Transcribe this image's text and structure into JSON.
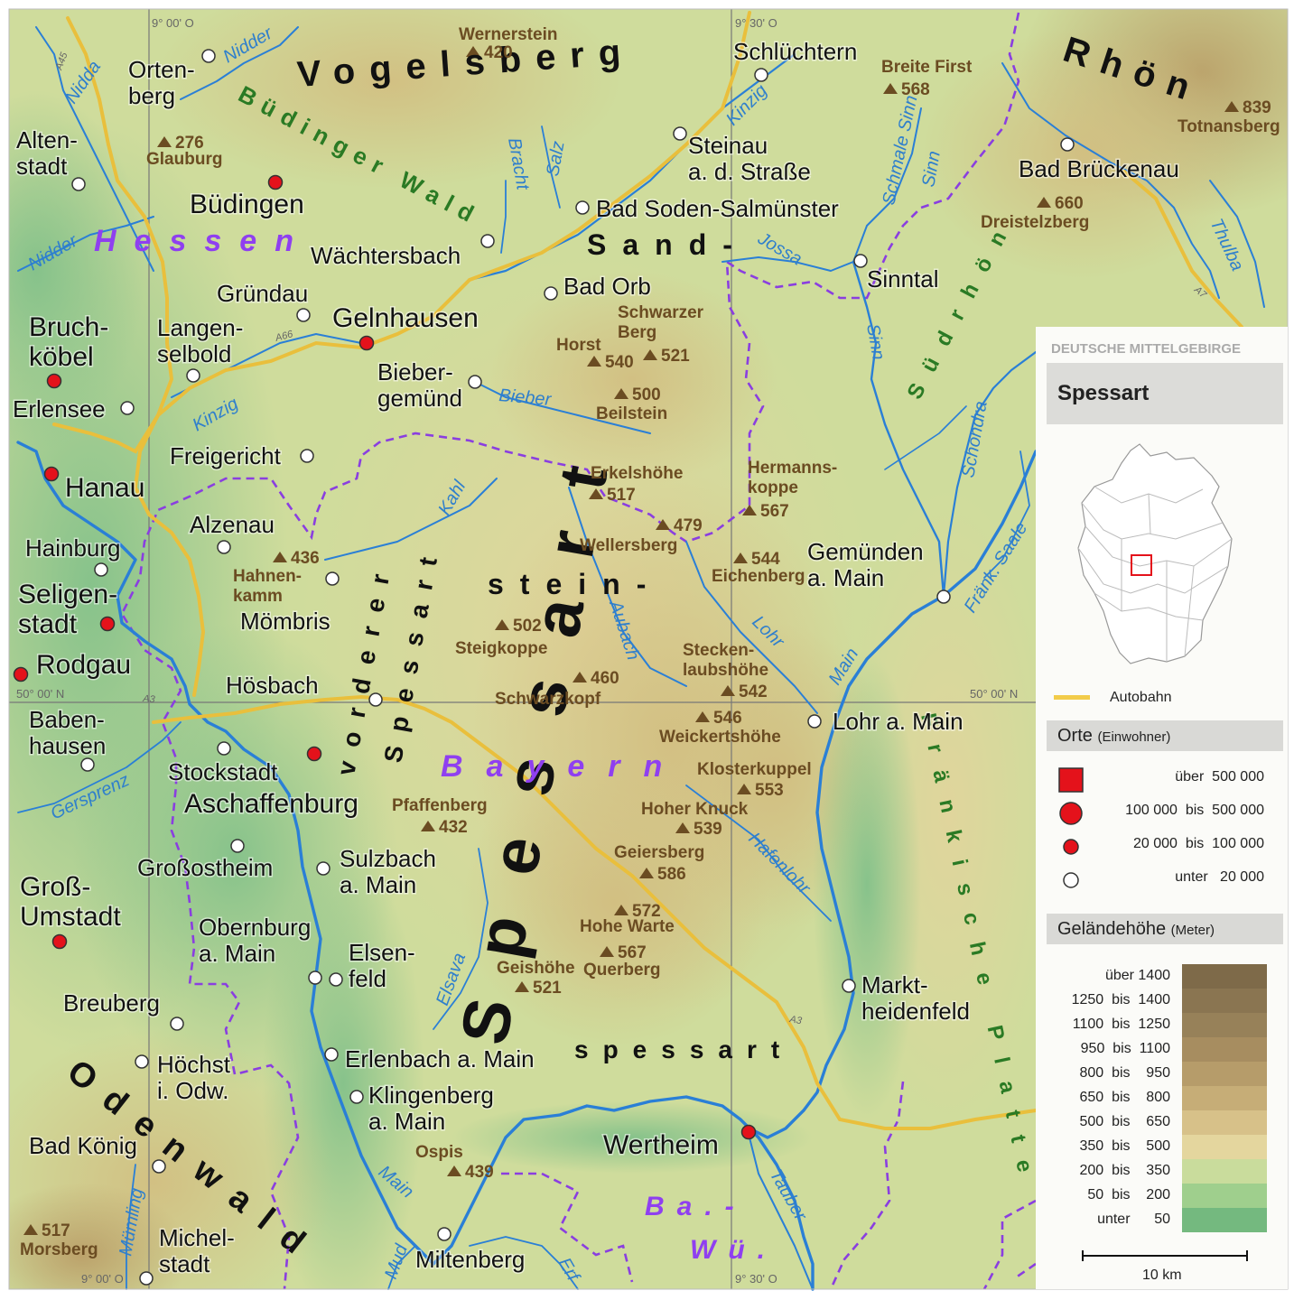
{
  "map": {
    "hesse_label": "Hessen",
    "bayern_label": "Bayern",
    "bawue_label_1": "Ba.-",
    "bawue_label_2": "Wü.",
    "grid_labels": {
      "lon_left_top": "9° 00' O",
      "lon_right_top": "9° 30' O",
      "lon_left_bottom": "9° 00' O",
      "lon_right_bottom": "9° 30' O",
      "lat_left": "50° 00' N",
      "lat_right": "50° 00' N"
    },
    "regions": {
      "vogelsberg": "Vogelsberg",
      "buedinger_wald": "Büdinger Wald",
      "rhoen": "Rhön",
      "suedrhoen": "Südrhön",
      "sandstein": "Sand-",
      "stein": "stein-",
      "spessart_sand": "spessart",
      "vorderer": "vorderer",
      "spessart_vorder": "Spessart",
      "spessart_big": "Spessart",
      "odenwald": "Odenwald",
      "fraenkische_platte": "Fränkische Platte"
    },
    "rivers": [
      {
        "name": "Nidda"
      },
      {
        "name": "Nidder"
      },
      {
        "name": "Nidder"
      },
      {
        "name": "Kinzig"
      },
      {
        "name": "Kinzig"
      },
      {
        "name": "Bracht"
      },
      {
        "name": "Salz"
      },
      {
        "name": "Schmale Sinn"
      },
      {
        "name": "Sinn"
      },
      {
        "name": "Thulba"
      },
      {
        "name": "Jossa"
      },
      {
        "name": "Sinn"
      },
      {
        "name": "Schondra"
      },
      {
        "name": "Fränk. Saale"
      },
      {
        "name": "Bieber"
      },
      {
        "name": "Kahl"
      },
      {
        "name": "Aubach"
      },
      {
        "name": "Lohr"
      },
      {
        "name": "Main"
      },
      {
        "name": "Gersprenz"
      },
      {
        "name": "Hafenlohr"
      },
      {
        "name": "Elsava"
      },
      {
        "name": "Tauber"
      },
      {
        "name": "Main"
      },
      {
        "name": "Mud"
      },
      {
        "name": "Erf"
      },
      {
        "name": "Mümling"
      }
    ],
    "roads": [
      {
        "name": "A45"
      },
      {
        "name": "A66"
      },
      {
        "name": "A3"
      },
      {
        "name": "A3"
      },
      {
        "name": "A7"
      }
    ],
    "towns": [
      {
        "name": "Orten-\nberg",
        "kind": "small"
      },
      {
        "name": "Alten-\nstadt",
        "kind": "small"
      },
      {
        "name": "Büdingen",
        "kind": "medium"
      },
      {
        "name": "Wächtersbach",
        "kind": "small"
      },
      {
        "name": "Gründau",
        "kind": "small"
      },
      {
        "name": "Gelnhausen",
        "kind": "medium"
      },
      {
        "name": "Bruch-\nköbel",
        "kind": "medium"
      },
      {
        "name": "Langen-\nselbold",
        "kind": "small"
      },
      {
        "name": "Erlensee",
        "kind": "small"
      },
      {
        "name": "Schlüchtern",
        "kind": "small"
      },
      {
        "name": "Steinau\na. d. Straße",
        "kind": "small"
      },
      {
        "name": "Bad Soden-Salmünster",
        "kind": "small"
      },
      {
        "name": "Bad Orb",
        "kind": "small"
      },
      {
        "name": "Bad Brückenau",
        "kind": "small"
      },
      {
        "name": "Sinntal",
        "kind": "small"
      },
      {
        "name": "Bieber-\ngemünd",
        "kind": "small"
      },
      {
        "name": "Freigericht",
        "kind": "small"
      },
      {
        "name": "Hanau",
        "kind": "medium"
      },
      {
        "name": "Alzenau",
        "kind": "small"
      },
      {
        "name": "Hainburg",
        "kind": "small"
      },
      {
        "name": "Seligen-\nstadt",
        "kind": "medium"
      },
      {
        "name": "Rodgau",
        "kind": "medium"
      },
      {
        "name": "Mömbris",
        "kind": "small"
      },
      {
        "name": "Gemünden\na. Main",
        "kind": "small"
      },
      {
        "name": "Hösbach",
        "kind": "small"
      },
      {
        "name": "Baben-\nhausen",
        "kind": "small"
      },
      {
        "name": "Stockstadt",
        "kind": "small"
      },
      {
        "name": "Aschaffenburg",
        "kind": "medium"
      },
      {
        "name": "Lohr a. Main",
        "kind": "small"
      },
      {
        "name": "Großostheim",
        "kind": "small"
      },
      {
        "name": "Sulzbach\na. Main",
        "kind": "small"
      },
      {
        "name": "Groß-\nUmstadt",
        "kind": "medium"
      },
      {
        "name": "Obernburg\na. Main",
        "kind": "small"
      },
      {
        "name": "Elsen-\nfeld",
        "kind": "small"
      },
      {
        "name": "Breuberg",
        "kind": "small"
      },
      {
        "name": "Markt-\nheidenfeld",
        "kind": "small"
      },
      {
        "name": "Höchst\ni. Odw.",
        "kind": "small"
      },
      {
        "name": "Erlenbach a. Main",
        "kind": "small"
      },
      {
        "name": "Klingenberg\na. Main",
        "kind": "small"
      },
      {
        "name": "Wertheim",
        "kind": "medium"
      },
      {
        "name": "Bad König",
        "kind": "small"
      },
      {
        "name": "Michel-\nstadt",
        "kind": "small"
      },
      {
        "name": "Miltenberg",
        "kind": "small"
      }
    ],
    "peaks": [
      {
        "name": "Wernerstein",
        "elev": "420"
      },
      {
        "name": "Breite First",
        "elev": "568"
      },
      {
        "name": "Totnansberg",
        "elev": "839"
      },
      {
        "name": "Glauburg",
        "elev": "276"
      },
      {
        "name": "Dreistelzberg",
        "elev": "660"
      },
      {
        "name": "Schwarzer\nBerg",
        "elev": "521"
      },
      {
        "name": "Horst",
        "elev": "540"
      },
      {
        "name": "Beilstein",
        "elev": "500"
      },
      {
        "name": "Erkelshöhe",
        "elev": "517"
      },
      {
        "name": "Hermanns-\nkoppe",
        "elev": "567"
      },
      {
        "name": "Wellersberg",
        "elev": "479"
      },
      {
        "name": "Eichenberg",
        "elev": "544"
      },
      {
        "name": "Hahnen-\nkamm",
        "elev": "436"
      },
      {
        "name": "Steigkoppe",
        "elev": "502"
      },
      {
        "name": "Schwarzkopf",
        "elev": "460"
      },
      {
        "name": "Stecken-\nlaubshöhe",
        "elev": "542"
      },
      {
        "name": "Weickertshöhe",
        "elev": "546"
      },
      {
        "name": "Klosterkuppel",
        "elev": "553"
      },
      {
        "name": "Pfaffenberg",
        "elev": "432"
      },
      {
        "name": "Hoher Knuck",
        "elev": "539"
      },
      {
        "name": "Geiersberg",
        "elev": "586"
      },
      {
        "name": "Hohe Warte",
        "elev": "572"
      },
      {
        "name": "Querberg",
        "elev": "567"
      },
      {
        "name": "Geishöhe",
        "elev": "521"
      },
      {
        "name": "Ospis",
        "elev": "439"
      },
      {
        "name": "Morsberg",
        "elev": "517"
      }
    ]
  },
  "legend": {
    "series_title": "DEUTSCHE MITTELGEBIRGE",
    "title": "Spessart",
    "autobahn_label": "Autobahn",
    "orte_title": "Orte",
    "orte_unit": "(Einwohner)",
    "orte_classes": [
      {
        "symbol": "square",
        "label": "über  500 000"
      },
      {
        "symbol": "circle-large",
        "label": "100 000  bis  500 000"
      },
      {
        "symbol": "circle-medium",
        "label": "20 000  bis  100 000"
      },
      {
        "symbol": "circle-white",
        "label": "unter   20 000"
      }
    ],
    "elev_title": "Geländehöhe",
    "elev_unit": "(Meter)",
    "elev_classes": [
      {
        "label": "über 1400",
        "color": "#7e6a49"
      },
      {
        "label": "1250  bis  1400",
        "color": "#8a7551"
      },
      {
        "label": "1100  bis  1250",
        "color": "#978159"
      },
      {
        "label": "950  bis  1100",
        "color": "#a78d60"
      },
      {
        "label": "800  bis    950",
        "color": "#b69c6a"
      },
      {
        "label": "650  bis    800",
        "color": "#c6ad77"
      },
      {
        "label": "500  bis    650",
        "color": "#d7c189"
      },
      {
        "label": "350  bis    500",
        "color": "#e4d69e"
      },
      {
        "label": "200  bis    350",
        "color": "#c9dc9c"
      },
      {
        "label": "50  bis    200",
        "color": "#9fcf8d"
      },
      {
        "label": "unter      50",
        "color": "#74b97f"
      }
    ],
    "scale_label": "10 km"
  },
  "colors": {
    "river": "#2a7fd6",
    "river_label": "#2f7fcc",
    "border": "#8a3ee0",
    "state_label": "#8f3ff0",
    "autobahn": "#f2cc4a",
    "city_red": "#e4121b",
    "peak": "#6b4c22"
  }
}
